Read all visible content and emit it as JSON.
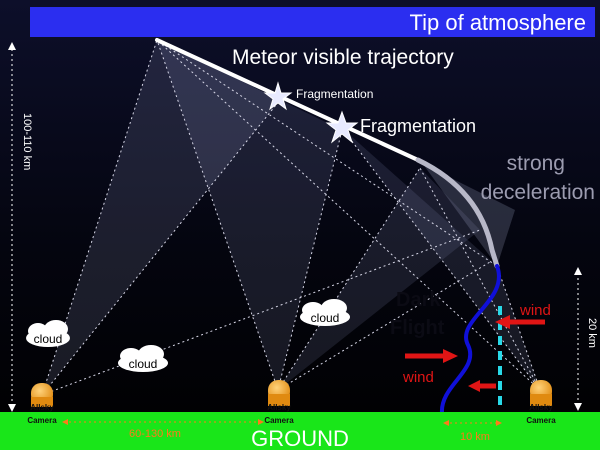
{
  "header": {
    "title": "Tip of atmosphere"
  },
  "trajectory": {
    "label": "Meteor visible trajectory"
  },
  "fragmentation": [
    {
      "label": "Fragmentation"
    },
    {
      "label": "Fragmentation"
    }
  ],
  "deceleration": {
    "line1": "strong",
    "line2": "deceleration"
  },
  "dark_flight": {
    "line1": "Dark",
    "line2": "Flight"
  },
  "wind": [
    {
      "label": "wind"
    },
    {
      "label": "wind"
    }
  ],
  "clouds": [
    {
      "label": "cloud"
    },
    {
      "label": "cloud"
    },
    {
      "label": "cloud"
    }
  ],
  "cameras": [
    {
      "line1": "Allsky",
      "line2": "Camera"
    },
    {
      "line1": "Allsky",
      "line2": "Camera"
    },
    {
      "line1": "Allsky",
      "line2": "Camera"
    }
  ],
  "dimensions": {
    "altitude": "100-110 km",
    "dark_flight_height": "20 km",
    "camera_spacing": "60-130 km",
    "impact_offset": "10 km"
  },
  "ground": {
    "label": "GROUND"
  },
  "colors": {
    "header_bar": "#2b2ef0",
    "ground": "#19e619",
    "dark_flight_path": "#1010d8",
    "wind_arrow": "#e01515",
    "wind_marker": "#29d9e8",
    "camera_dome": "#f0a020",
    "spacing_text": "#ff7a1a"
  }
}
